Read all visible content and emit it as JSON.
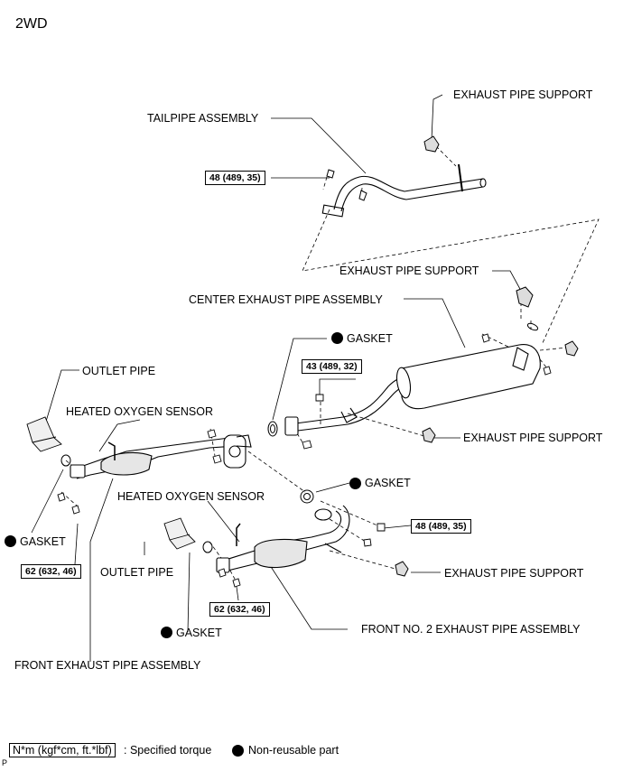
{
  "title": "2WD",
  "labels": {
    "exhaust_pipe_support": "EXHAUST PIPE SUPPORT",
    "tailpipe_assembly": "TAILPIPE ASSEMBLY",
    "center_exhaust_pipe_assembly": "CENTER EXHAUST PIPE ASSEMBLY",
    "gasket": "GASKET",
    "outlet_pipe": "OUTLET PIPE",
    "heated_oxygen_sensor": "HEATED OXYGEN SENSOR",
    "front_no2_exhaust_pipe_assembly": "FRONT NO. 2  EXHAUST PIPE ASSEMBLY",
    "front_exhaust_pipe_assembly": "FRONT EXHAUST PIPE ASSEMBLY"
  },
  "torques": {
    "tailpipe_bolt": "48 (489, 35)",
    "center_bolt": "43 (489, 32)",
    "front2_bolt": "48 (489, 35)",
    "front_nut": "62 (632, 46)",
    "front2_nut": "62 (632, 46)"
  },
  "legend": {
    "torque_units": "N*m (kgf*cm, ft.*lbf)",
    "torque_text": ": Specified torque",
    "nonreusable_text": "Non-reusable part"
  },
  "page_mark": "P"
}
